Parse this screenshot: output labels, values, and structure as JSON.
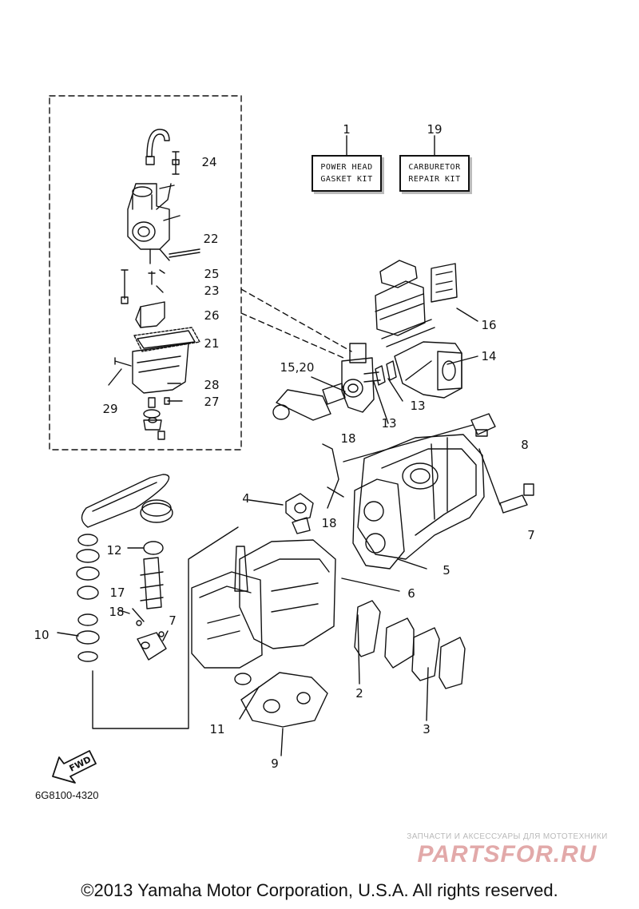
{
  "kits": [
    {
      "number": "1",
      "line1": "POWER HEAD",
      "line2": "GASKET KIT"
    },
    {
      "number": "19",
      "line1": "CARBURETOR",
      "line2": "REPAIR KIT"
    }
  ],
  "callouts": {
    "c24": "24",
    "c22": "22",
    "c25": "25",
    "c23": "23",
    "c26": "26",
    "c21": "21",
    "c28": "28",
    "c27": "27",
    "c29": "29",
    "c16": "16",
    "c14": "14",
    "c1520": "15,20",
    "c13a": "13",
    "c13b": "13",
    "c8": "8",
    "c18a": "18",
    "c18b": "18",
    "c4": "4",
    "c7a": "7",
    "c12": "12",
    "c5": "5",
    "c6": "6",
    "c17": "17",
    "c18c": "18",
    "c7b": "7",
    "c10": "10",
    "c2": "2",
    "c3": "3",
    "c11": "11",
    "c9": "9"
  },
  "fwd_label": "FWD",
  "diagram_code": "6G8100-4320",
  "watermark": {
    "tagline": "ЗАПЧАСТИ И АКСЕССУАРЫ ДЛЯ МОТОТЕХНИКИ",
    "logo": "PARTSFOR.RU",
    "logo_color": "#e2a9a9"
  },
  "copyright": "©2013 Yamaha Motor Corporation, U.S.A. All rights reserved."
}
